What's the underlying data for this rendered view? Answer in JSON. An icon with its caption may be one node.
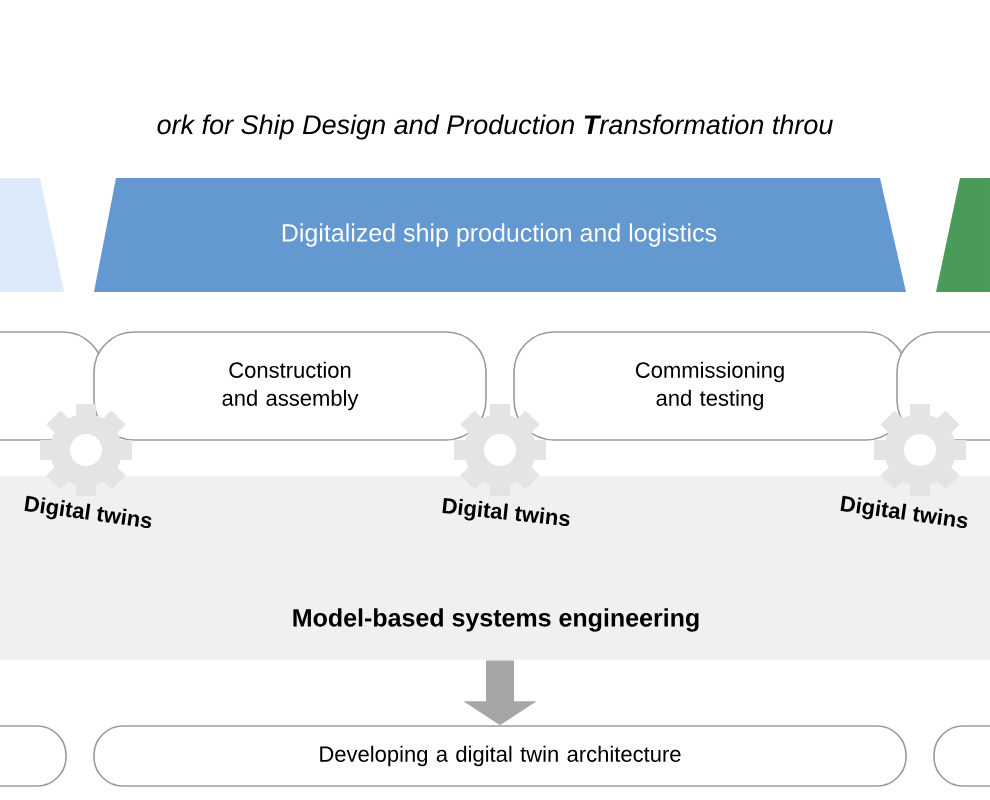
{
  "diagram": {
    "title": "ork for Ship Design and Production **T**ransformation throu",
    "nodes": [
      {
        "text": [],
        "shape": "box"
      },
      {
        "text": [
          "Digitalized ship production and logistics"
        ]
      },
      {
        "text": [],
        "shape": "box"
      },
      {
        "text": [],
        "shape": "box"
      },
      {
        "text": [
          "Construction and assembly"
        ]
      },
      {
        "text": [
          "Commissioning and testing"
        ]
      },
      {
        "text": [],
        "shape": "box"
      },
      {
        "text": [
          "Model-based systems engineering"
        ]
      },
      {
        "text": [],
        "shape": "box"
      },
      {
        "text": [
          "Developing a digital twin architecture"
        ]
      },
      {
        "text": [],
        "shape": "box"
      }
    ],
    "edges": [
      {
        "from": 7,
        "to": 9,
        "arrow": "to"
      }
    ],
    "labels": [
      "Digital twins",
      "Digital twins",
      "Digital twins"
    ]
  }
}
